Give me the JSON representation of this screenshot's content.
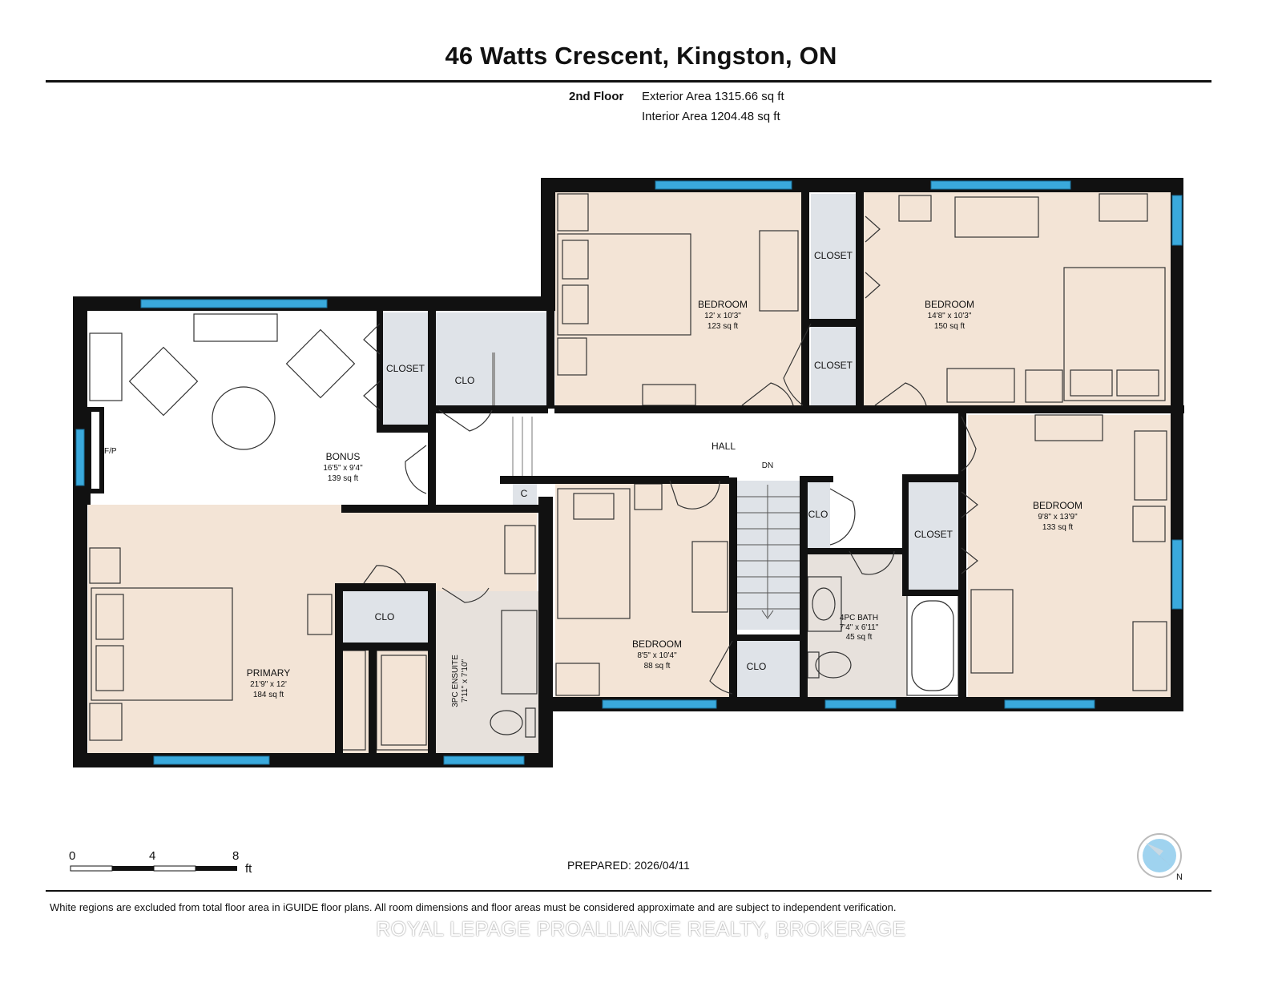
{
  "header": {
    "title": "46 Watts Crescent, Kingston, ON",
    "floor": "2nd Floor",
    "exterior_area": "Exterior Area 1315.66 sq ft",
    "interior_area": "Interior Area 1204.48 sq ft"
  },
  "rooms": {
    "bedroom_top_left": {
      "name": "BEDROOM",
      "dims": "12' x 10'3\"",
      "area": "123 sq ft"
    },
    "bedroom_top_right": {
      "name": "BEDROOM",
      "dims": "14'8\" x 10'3\"",
      "area": "150 sq ft"
    },
    "bonus": {
      "name": "BONUS",
      "dims": "16'5\" x 9'4\"",
      "area": "139 sq ft"
    },
    "bedroom_right": {
      "name": "BEDROOM",
      "dims": "9'8\" x 13'9\"",
      "area": "133 sq ft"
    },
    "bedroom_bottom": {
      "name": "BEDROOM",
      "dims": "8'5\" x 10'4\"",
      "area": "88 sq ft"
    },
    "primary": {
      "name": "PRIMARY",
      "dims": "21'9\" x 12'",
      "area": "184 sq ft"
    },
    "ensuite": {
      "name": "3PC ENSUITE",
      "dims": "7'11\" x 7'10\""
    },
    "bath": {
      "name": "4PC BATH",
      "dims": "7'4\" x 6'11\"",
      "area": "45 sq ft"
    },
    "hall": {
      "name": "HALL"
    },
    "stairs": {
      "label": "DN"
    },
    "fireplace": {
      "label": "F/P"
    }
  },
  "closets": {
    "closet_a": "CLOSET",
    "closet_b": "CLOSET",
    "closet_bonus": "CLOSET",
    "closet_right": "CLOSET",
    "clo_bonus": "CLO",
    "clo_primary": "CLO",
    "clo_hall": "CLO",
    "clo_bedroom": "CLO",
    "c_small": "C"
  },
  "scale_bar": {
    "ticks": [
      "0",
      "4",
      "8"
    ],
    "unit": "ft"
  },
  "footer": {
    "prepared": "PREPARED: 2026/04/11",
    "disclaimer": "White regions are excluded from total floor area in iGUIDE floor plans. All room dimensions and floor areas must be considered approximate and are subject to independent verification.",
    "watermark": "ROYAL LEPAGE PROALLIANCE REALTY, BROKERAGE",
    "compass": "N"
  },
  "colors": {
    "room_fill": "#f3e4d6",
    "bath_fill": "#e7e1dc",
    "closet_fill": "#dfe3e8",
    "wall": "#111111",
    "window": "#3aa9dc",
    "white_region": "#ffffff"
  }
}
